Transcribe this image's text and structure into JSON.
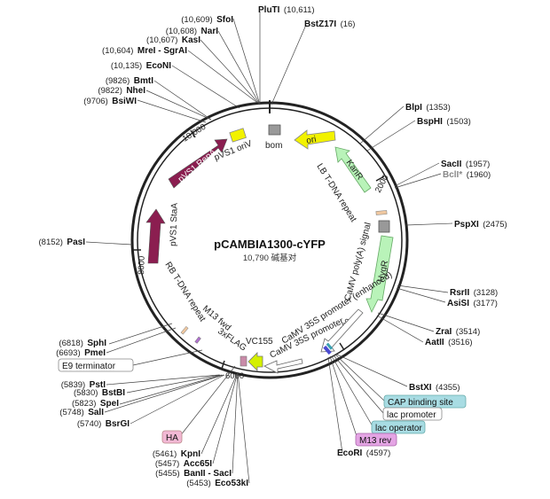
{
  "plasmid": {
    "name": "pCAMBIA1300-cYFP",
    "length_text": "10,790",
    "unit": "碱基对"
  },
  "ticks": [
    {
      "label": "2000"
    },
    {
      "label": "4000"
    },
    {
      "label": "6000"
    },
    {
      "label": "8000"
    },
    {
      "label": "10,000"
    }
  ],
  "enzymes_left": [
    {
      "name": "SfoI",
      "pos": "(10,609)"
    },
    {
      "name": "NarI",
      "pos": "(10,608)"
    },
    {
      "name": "KasI",
      "pos": "(10,607)"
    },
    {
      "name": "MreI - SgrAI",
      "pos": "(10,604)"
    },
    {
      "name": "EcoNI",
      "pos": "(10,135)"
    },
    {
      "name": "BmtI",
      "pos": "(9826)"
    },
    {
      "name": "NheI",
      "pos": "(9822)"
    },
    {
      "name": "BsiWI",
      "pos": "(9706)"
    },
    {
      "name": "PasI",
      "pos": "(8152)"
    },
    {
      "name": "SphI",
      "pos": "(6818)"
    },
    {
      "name": "PmeI",
      "pos": "(6693)"
    },
    {
      "name": "PstI",
      "pos": "(5839)"
    },
    {
      "name": "BstBI",
      "pos": "(5830)"
    },
    {
      "name": "SpeI",
      "pos": "(5823)"
    },
    {
      "name": "SalI",
      "pos": "(5748)"
    },
    {
      "name": "BsrGI",
      "pos": "(5740)"
    },
    {
      "name": "KpnI",
      "pos": "(5461)"
    },
    {
      "name": "Acc65I",
      "pos": "(5457)"
    },
    {
      "name": "BanII - SacI",
      "pos": "(5455)"
    },
    {
      "name": "Eco53kI",
      "pos": "(5453)"
    }
  ],
  "enzymes_right": [
    {
      "name": "PluTI",
      "pos": "(10,611)"
    },
    {
      "name": "BstZ17I",
      "pos": "(16)"
    },
    {
      "name": "BlpI",
      "pos": "(1353)"
    },
    {
      "name": "BspHI",
      "pos": "(1503)"
    },
    {
      "name": "SacII",
      "pos": "(1957)"
    },
    {
      "name": "BclI*",
      "pos": "(1960)"
    },
    {
      "name": "PspXI",
      "pos": "(2475)"
    },
    {
      "name": "RsrII",
      "pos": "(3128)"
    },
    {
      "name": "AsiSI",
      "pos": "(3177)"
    },
    {
      "name": "ZraI",
      "pos": "(3514)"
    },
    {
      "name": "AatII",
      "pos": "(3516)"
    },
    {
      "name": "BstXI",
      "pos": "(4355)"
    },
    {
      "name": "EcoRI",
      "pos": "(4597)"
    }
  ],
  "boxed_features": {
    "e9": "E9 terminator",
    "cap": "CAP binding site",
    "lacp": "lac promoter",
    "laco": "lac operator",
    "m13rev": "M13 rev",
    "ha": "HA"
  },
  "feature_labels": {
    "bom": "bom",
    "ori": "ori",
    "pvs1_oriv": "pVS1 oriV",
    "pvs1_repa": "pVS1 RepA",
    "pvs1_staa": "pVS1 StaA",
    "kanr": "KanR",
    "lb": "LB T-DNA repeat",
    "rb": "RB T-DNA repeat",
    "camv_polya": "CaMV poly(A) signal",
    "hygr": "HygR",
    "camv35s_enh": "CaMV 35S promoter (enhanced)",
    "camv35s": "CaMV 35S promoter",
    "m13fwd": "M13 fwd",
    "flag": "3xFLAG",
    "vc155": "VC155"
  },
  "colors": {
    "backbone": "#222222",
    "ori": "#f2f200",
    "kanr": "#b9f3b9",
    "hygr": "#b9f3b9",
    "repa": "#8b1e50",
    "staa": "#8b1e50",
    "vc155": "#d4f000",
    "cap_box": "#a8dce3",
    "laco_box": "#a8dce3",
    "m13rev_box": "#e4a4e4",
    "ha_box": "#f2b8d4"
  }
}
